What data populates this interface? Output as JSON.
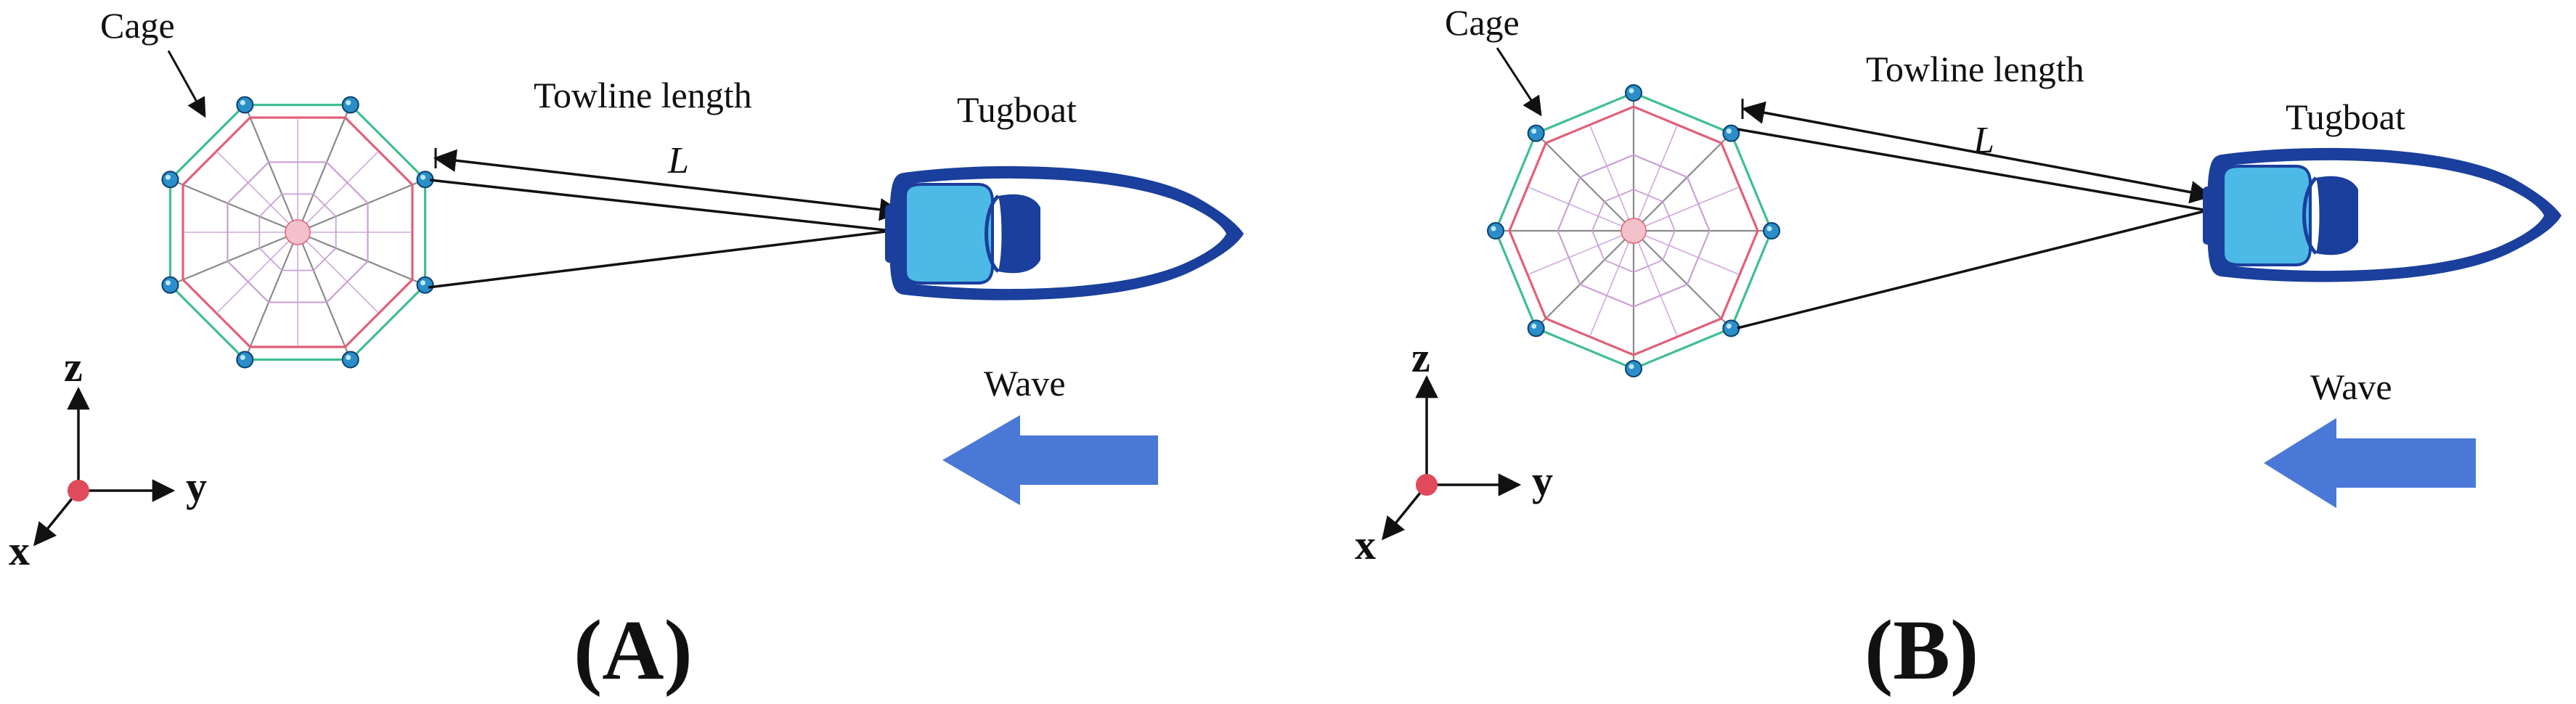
{
  "panels": [
    {
      "id": "A",
      "panel_label": "(A)",
      "cage_label": "Cage",
      "towline_label": "Towline length",
      "length_symbol": "L",
      "tugboat_label": "Tugboat",
      "wave_label": "Wave",
      "axes": {
        "z": "z",
        "y": "y",
        "x": "x"
      }
    },
    {
      "id": "B",
      "panel_label": "(B)",
      "cage_label": "Cage",
      "towline_label": "Towline length",
      "length_symbol": "L",
      "tugboat_label": "Tugboat",
      "wave_label": "Wave",
      "axes": {
        "z": "z",
        "y": "y",
        "x": "x"
      }
    }
  ],
  "colors": {
    "cage_outer": "#3fbf8f",
    "cage_mid": "#e0607a",
    "cage_inner": "#c9a0d6",
    "node": "#2a8fc8",
    "hull_dark": "#1a3f9c",
    "hull_light": "#4cb9e6",
    "wave_arrow": "#4a78d6",
    "origin_dot": "#e04a5a"
  },
  "icons": [
    "cage-octagon-icon",
    "tugboat-icon",
    "wave-arrow-icon",
    "axis-triad-icon"
  ]
}
